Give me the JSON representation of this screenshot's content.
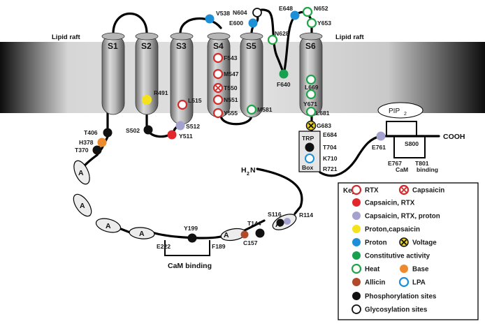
{
  "membrane": {
    "left_label": "Lipid raft",
    "right_label": "Lipid raft"
  },
  "helices": [
    "S1",
    "S2",
    "S3",
    "S4",
    "S5",
    "S6"
  ],
  "residues": {
    "R491": "R491",
    "L515": "L515",
    "S512": "S512",
    "Y511": "Y511",
    "S502": "S502",
    "T406": "T406",
    "H378": "H378",
    "T370": "T370",
    "V538": "V538",
    "F543": "F543",
    "M547": "M547",
    "T550": "T550",
    "N551": "N551",
    "Y555": "Y555",
    "M581": "M581",
    "E600": "E600",
    "N604": "N604",
    "N628": "N628",
    "F640": "F640",
    "E648": "E648",
    "N652": "N652",
    "Y653": "Y653",
    "L669": "L669",
    "Y671": "Y671",
    "L681": "L681",
    "G683": "G683",
    "E684": "E684",
    "T704": "T704",
    "K710": "K710",
    "R721": "R721",
    "E761": "E761",
    "S800": "S800",
    "E767": "E767",
    "T801": "T801",
    "R114": "R114",
    "S116": "S116",
    "T144": "T144",
    "C157": "C157",
    "Y199": "Y199",
    "E222": "E222",
    "F189": "F189"
  },
  "domains": {
    "ankyrin_label": "A",
    "trp_box": {
      "line1": "TRP",
      "line2": "Box"
    },
    "pip2": {
      "base": "PIP",
      "sub": "2"
    },
    "cterm": "COOH",
    "nterm": {
      "h": "H",
      "sub": "2",
      "n": "N"
    },
    "cam_binding_1": "CaM binding",
    "cam_binding_2": {
      "line1": "CaM",
      "line2": "binding"
    }
  },
  "key": {
    "title": "Key:",
    "items": [
      {
        "label": "RTX",
        "color": "#d32b2b",
        "style": "open"
      },
      {
        "label": "Capsaicin",
        "color": "#d32b2b",
        "style": "x"
      },
      {
        "label": "Capsaicin, RTX",
        "color": "#e2262b",
        "style": "filled"
      },
      {
        "label": "Capsaicin, RTX, proton",
        "color": "#a4a3cf",
        "style": "filled"
      },
      {
        "label": "Proton,capsaicin",
        "color": "#f5e21a",
        "style": "filled"
      },
      {
        "label": "Proton",
        "color": "#1d8fd6",
        "style": "filled"
      },
      {
        "label": "Voltage",
        "color": "#e8d21f",
        "style": "x-yellow"
      },
      {
        "label": "Constitutive activity",
        "color": "#17a04e",
        "style": "filled"
      },
      {
        "label": "Heat",
        "color": "#1fa548",
        "style": "open"
      },
      {
        "label": "Base",
        "color": "#ee8a2e",
        "style": "filled"
      },
      {
        "label": "Allicin",
        "color": "#b04a2a",
        "style": "filled"
      },
      {
        "label": "LPA",
        "color": "#1d8fd6",
        "style": "open"
      },
      {
        "label": "Phosphorylation sites",
        "color": "#111111",
        "style": "filled"
      },
      {
        "label": "Glycosylation sites",
        "color": "#111111",
        "style": "open-black"
      }
    ]
  }
}
